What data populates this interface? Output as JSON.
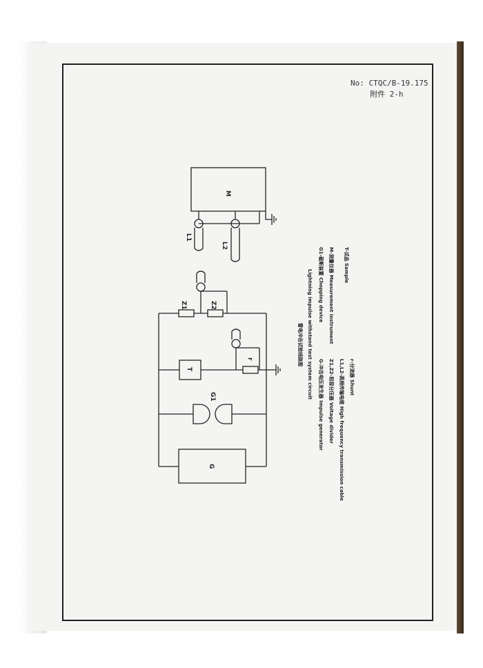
{
  "header": {
    "doc_no": "No: CTQC/B-19.175",
    "attachment": "附件 2-h"
  },
  "diagram": {
    "labels": {
      "M": "M",
      "L1": "L1",
      "L2": "L2",
      "Z1": "Z1",
      "Z2": "Z2",
      "T": "T",
      "r": "r",
      "G1": "G1",
      "G": "G"
    },
    "title_cn": "雷电冲击试验线路图",
    "title_en": "Lightning impulse withstand test system circuit",
    "legend": [
      "G-冲击电压发生器 Impulse generator",
      "Z1,Z2-阻容分压器 Voltage divider",
      "L1,L2-高频传输电缆 High frequency transmission cable",
      "r-分流器 Shunt",
      "G1-截断装置 Chopping device",
      "M-测量仪器 Measurement instrument",
      "T-试品 Sample"
    ]
  }
}
